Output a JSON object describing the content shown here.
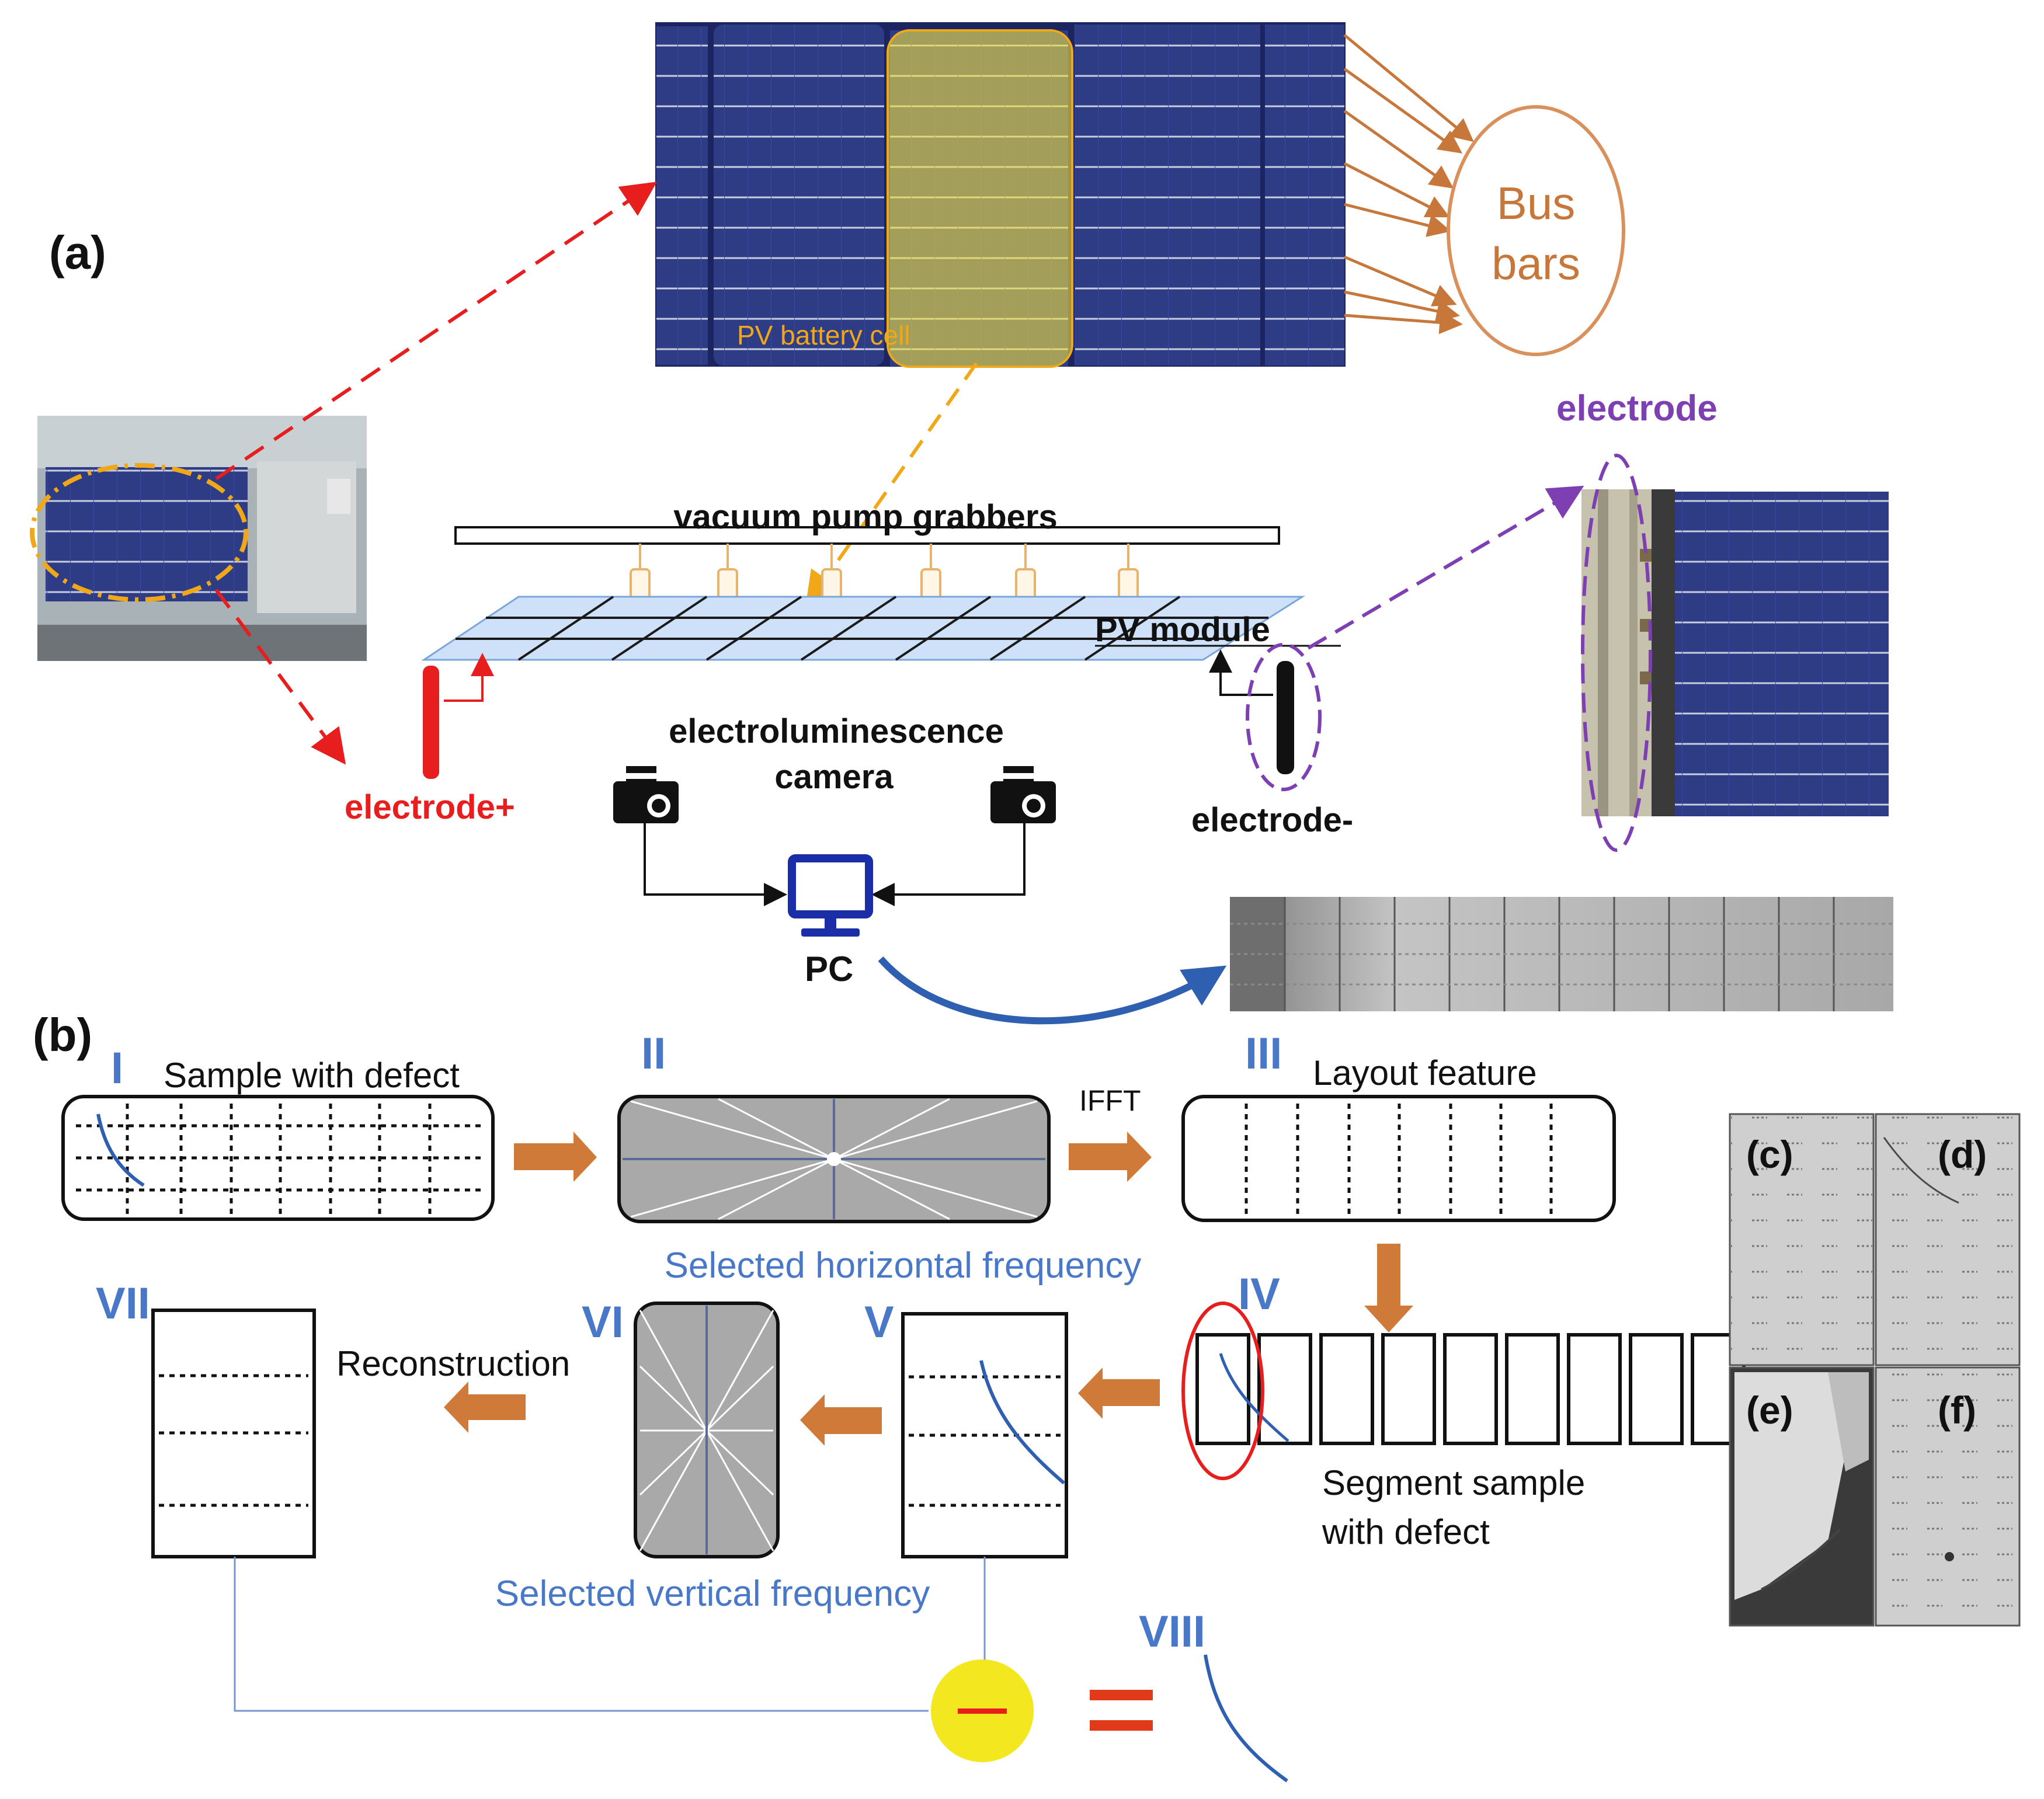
{
  "labels": {
    "a": "(a)",
    "b": "(b)",
    "bus_bars_line1": "Bus",
    "bus_bars_line2": "bars",
    "pv_battery_cell": "PV battery cell",
    "electrode_top": "electrode",
    "vacuum_pump_grabbers": "vacuum pump grabbers",
    "pv_module": "PV module",
    "electrode_plus": "electrode+",
    "electrode_minus": "electrode-",
    "el_camera_line1": "electroluminescence",
    "el_camera_line2": "camera",
    "pc": "PC"
  },
  "steps": {
    "I": {
      "numeral": "I",
      "title": "Sample with defect"
    },
    "II": {
      "numeral": "II"
    },
    "III": {
      "numeral": "III",
      "title": "Layout feature"
    },
    "IV": {
      "numeral": "IV"
    },
    "V": {
      "numeral": "V"
    },
    "VI": {
      "numeral": "VI"
    },
    "VII": {
      "numeral": "VII"
    },
    "VIII": {
      "numeral": "VIII"
    }
  },
  "annotations": {
    "ifft": "IFFT",
    "selected_horizontal": "Selected horizontal frequency",
    "selected_vertical": "Selected vertical frequency",
    "reconstruction": "Reconstruction",
    "segment_line1": "Segment sample",
    "segment_line2": "with defect"
  },
  "panels": {
    "c": "(c)",
    "d": "(d)",
    "e": "(e)",
    "f": "(f)"
  },
  "colors": {
    "red": "#e81e1e",
    "orange_arrow": "#d07a3a",
    "blue_label": "#4a78c8",
    "purple": "#7e3fb3",
    "yellow": "#f3d21f",
    "cell_blue": "#2d3f8c"
  }
}
